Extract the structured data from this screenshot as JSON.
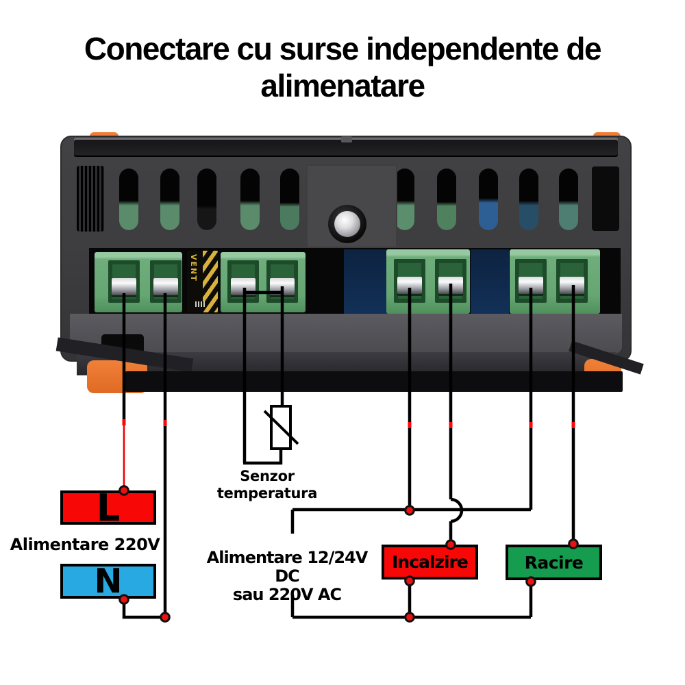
{
  "title": {
    "line1": "Conectare cu surse independente de",
    "line2": "alimenatare"
  },
  "device": {
    "name": "temperature-controller-rear-panel",
    "sticker_text": "VENT"
  },
  "mains": {
    "label": "Alimentare 220V",
    "live": "L",
    "neutral": "N"
  },
  "sensor": {
    "line1": "Senzor",
    "line2": "temperatura"
  },
  "relay_supply": {
    "line1": "Alimentare 12/24V DC",
    "line2": "sau 220V AC"
  },
  "outputs": {
    "heating": "Incalzire",
    "cooling": "Racire"
  },
  "colors": {
    "live_red": "#f80707",
    "neutral_blue": "#29a9e1",
    "heating_red": "#f80707",
    "cooling_green": "#159c4e",
    "wire_black": "#000000",
    "wire_red": "#ee0000",
    "junction_dot": "#ee1111",
    "tab_orange": "#ed7630"
  }
}
